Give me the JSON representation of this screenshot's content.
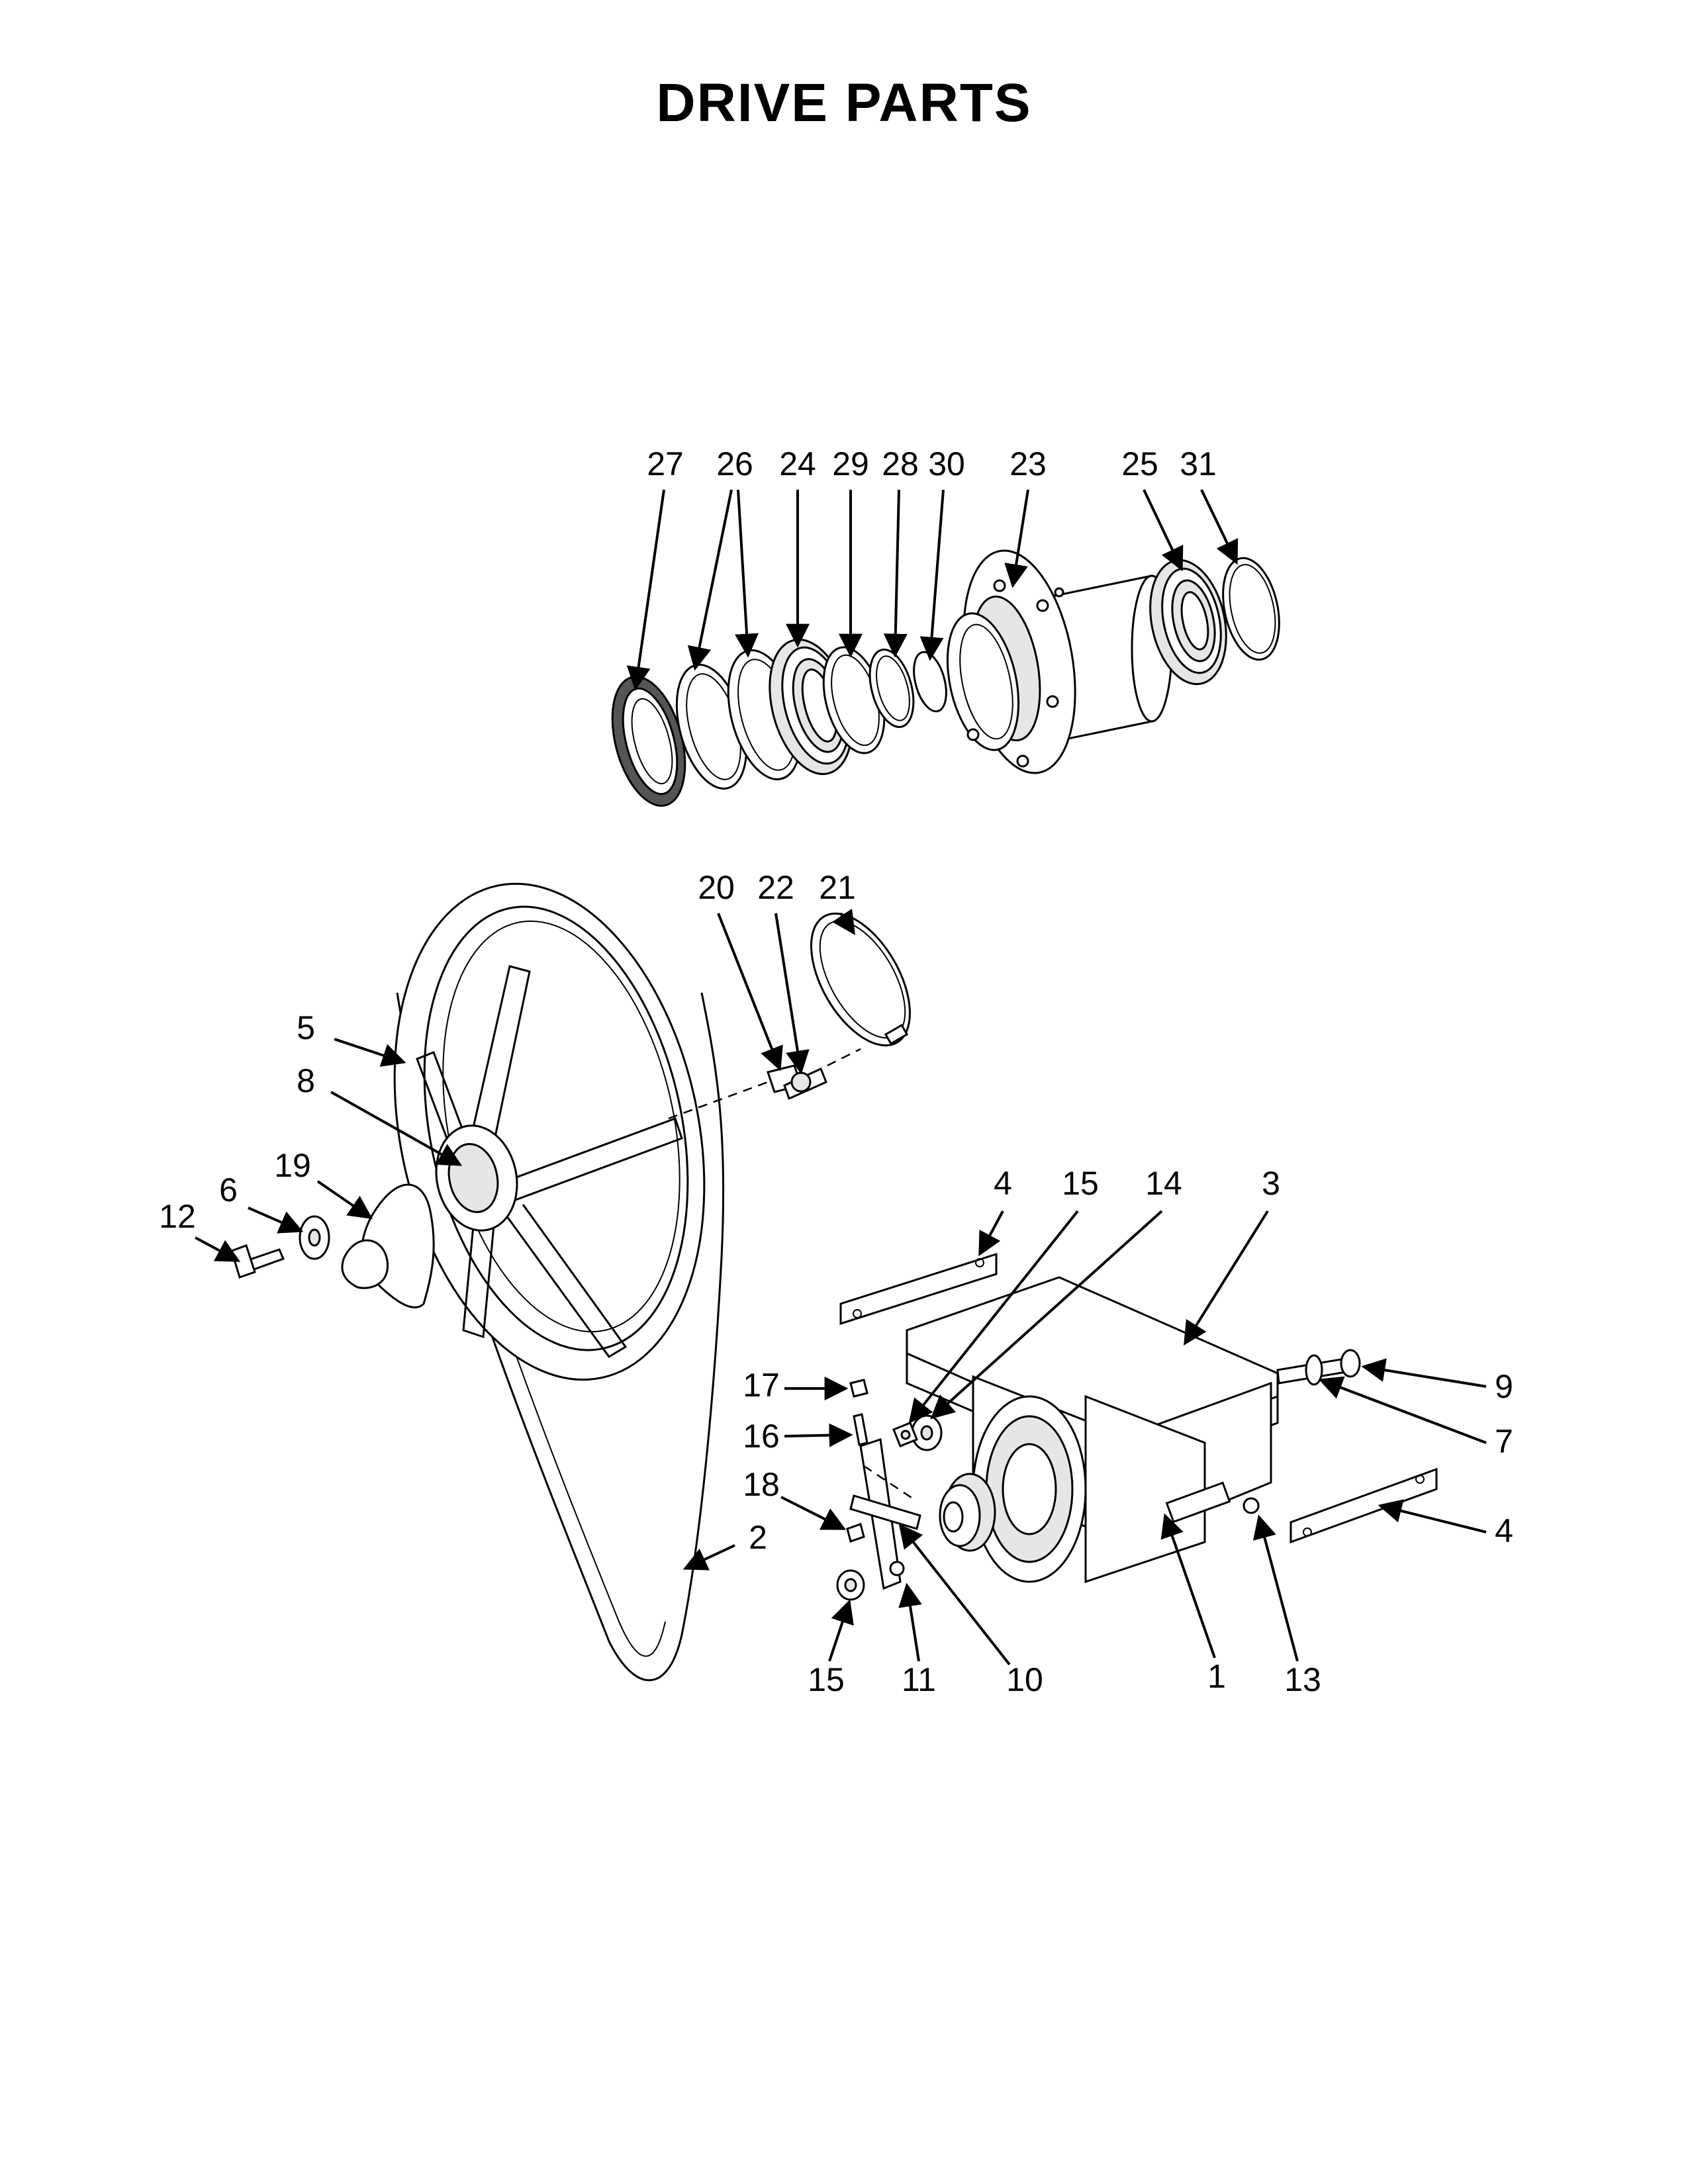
{
  "page": {
    "title": "DRIVE PARTS"
  },
  "callouts": [
    {
      "id": "27",
      "label": "27"
    },
    {
      "id": "26",
      "label": "26"
    },
    {
      "id": "24",
      "label": "24"
    },
    {
      "id": "29",
      "label": "29"
    },
    {
      "id": "28",
      "label": "28"
    },
    {
      "id": "30",
      "label": "30"
    },
    {
      "id": "23",
      "label": "23"
    },
    {
      "id": "25",
      "label": "25"
    },
    {
      "id": "31",
      "label": "31"
    },
    {
      "id": "20",
      "label": "20"
    },
    {
      "id": "22",
      "label": "22"
    },
    {
      "id": "21",
      "label": "21"
    },
    {
      "id": "5",
      "label": "5"
    },
    {
      "id": "8",
      "label": "8"
    },
    {
      "id": "19",
      "label": "19"
    },
    {
      "id": "6",
      "label": "6"
    },
    {
      "id": "12",
      "label": "12"
    },
    {
      "id": "4a",
      "label": "4"
    },
    {
      "id": "15a",
      "label": "15"
    },
    {
      "id": "14",
      "label": "14"
    },
    {
      "id": "3",
      "label": "3"
    },
    {
      "id": "9",
      "label": "9"
    },
    {
      "id": "7",
      "label": "7"
    },
    {
      "id": "4b",
      "label": "4"
    },
    {
      "id": "17",
      "label": "17"
    },
    {
      "id": "16",
      "label": "16"
    },
    {
      "id": "18",
      "label": "18"
    },
    {
      "id": "2",
      "label": "2"
    },
    {
      "id": "15b",
      "label": "15"
    },
    {
      "id": "11",
      "label": "11"
    },
    {
      "id": "10",
      "label": "10"
    },
    {
      "id": "1",
      "label": "1"
    },
    {
      "id": "13",
      "label": "13"
    }
  ]
}
